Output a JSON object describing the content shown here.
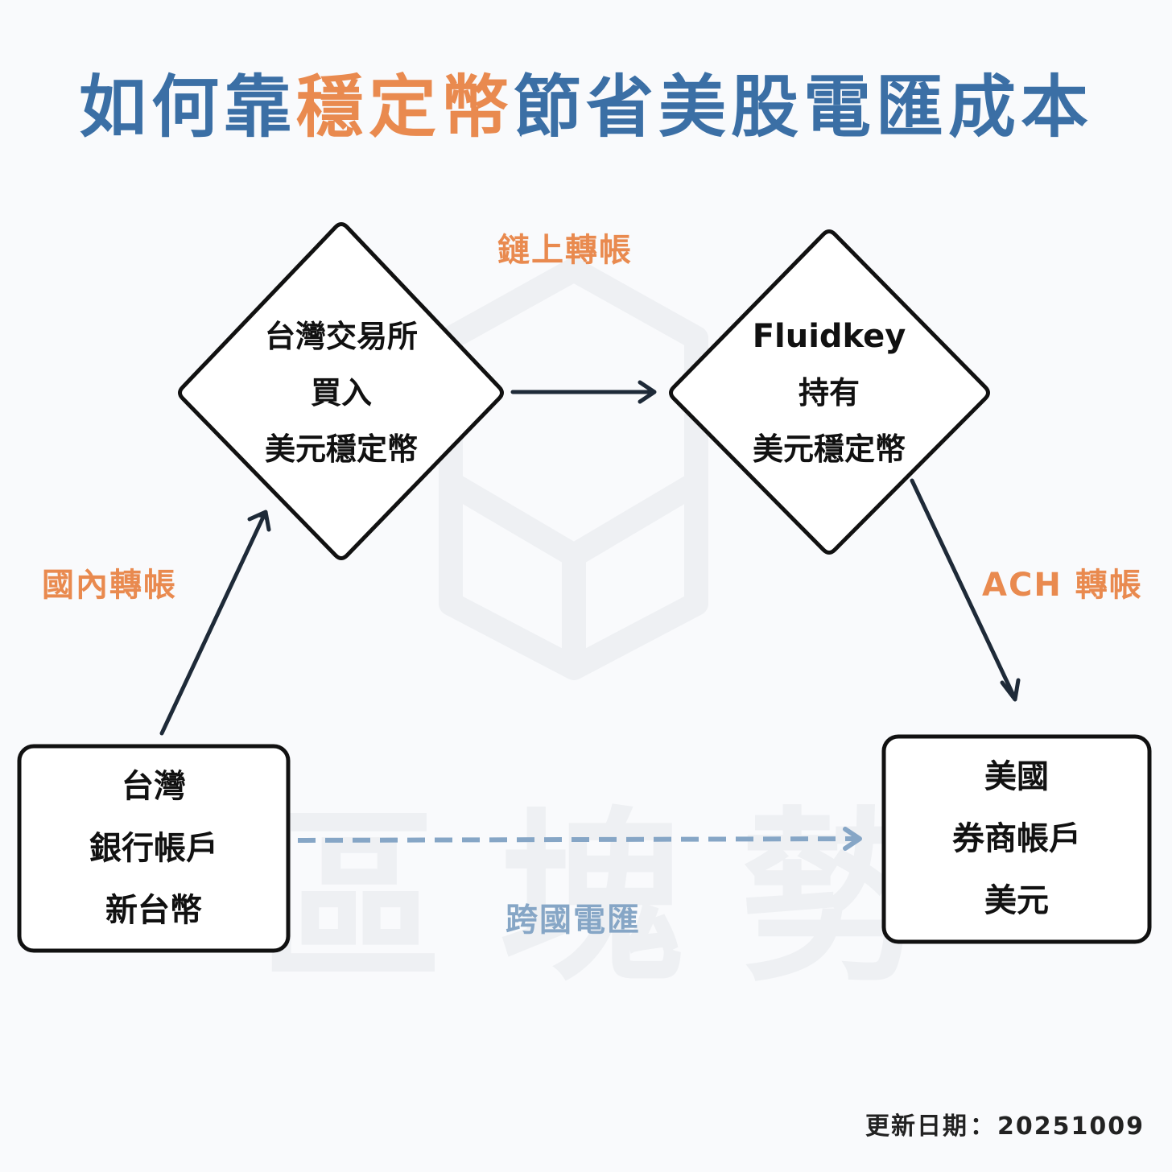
{
  "title": {
    "part1": "如何靠",
    "part2": "穩定幣",
    "part3": "節省美股電匯成本"
  },
  "colors": {
    "title_blue": "#3b6fa5",
    "accent_orange": "#e98a4f",
    "light_blue": "#86a6c6",
    "outline": "#111111"
  },
  "watermark": [
    "區",
    "塊",
    "勢"
  ],
  "nodes": {
    "taiwan_exchange": {
      "line1": "台灣交易所",
      "line2": "買入",
      "line3": "美元穩定幣"
    },
    "fluidkey": {
      "line1": "Fluidkey",
      "line2": "持有",
      "line3": "美元穩定幣"
    },
    "taiwan_bank": {
      "line1": "台灣",
      "line2": "銀行帳戶",
      "line3": "新台幣"
    },
    "us_broker": {
      "line1": "美國",
      "line2": "券商帳戶",
      "line3": "美元"
    }
  },
  "edges": {
    "onchain": "鏈上轉帳",
    "domestic": "國內轉帳",
    "ach": "ACH 轉帳",
    "wire": "跨國電匯"
  },
  "footer": {
    "label": "更新日期",
    "separator": "：",
    "date": "20251009"
  }
}
